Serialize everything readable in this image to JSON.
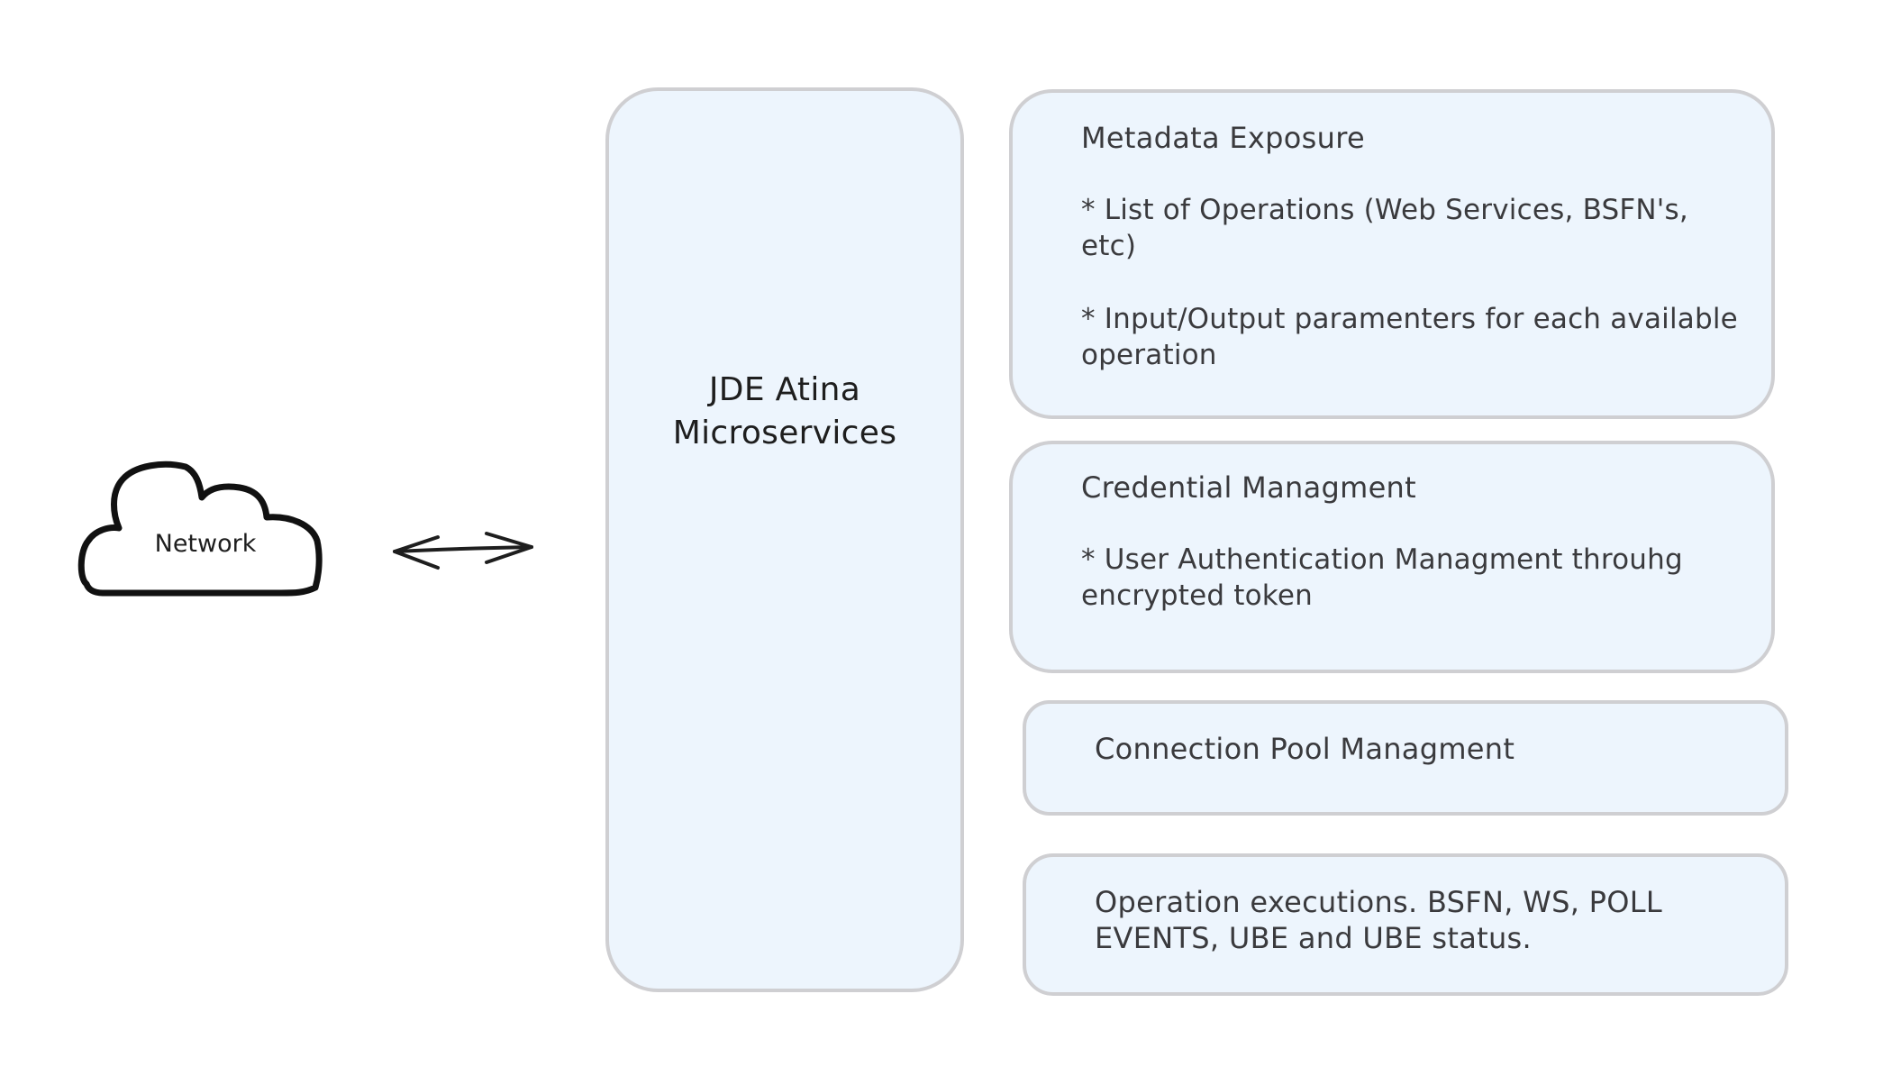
{
  "network": {
    "label": "Network"
  },
  "microservices": {
    "title": "JDE Atina\nMicroservices"
  },
  "metadata": {
    "title": "Metadata Exposure",
    "items": [
      "* List of Operations (Web Services, BSFN's, etc)",
      "* Input/Output paramenters for each available operation"
    ]
  },
  "credential": {
    "title": "Credential Managment",
    "items": [
      "* User Authentication Managment throuhg encrypted token"
    ]
  },
  "pool": {
    "title": "Connection Pool Managment"
  },
  "operations": {
    "title": "Operation executions. BSFN, WS, POLL EVENTS, UBE and UBE status."
  },
  "colors": {
    "box_fill": "#edf5fd",
    "box_stroke": "#cfcfd2",
    "ink": "#1e1e1e",
    "text": "#3a3a3d"
  }
}
